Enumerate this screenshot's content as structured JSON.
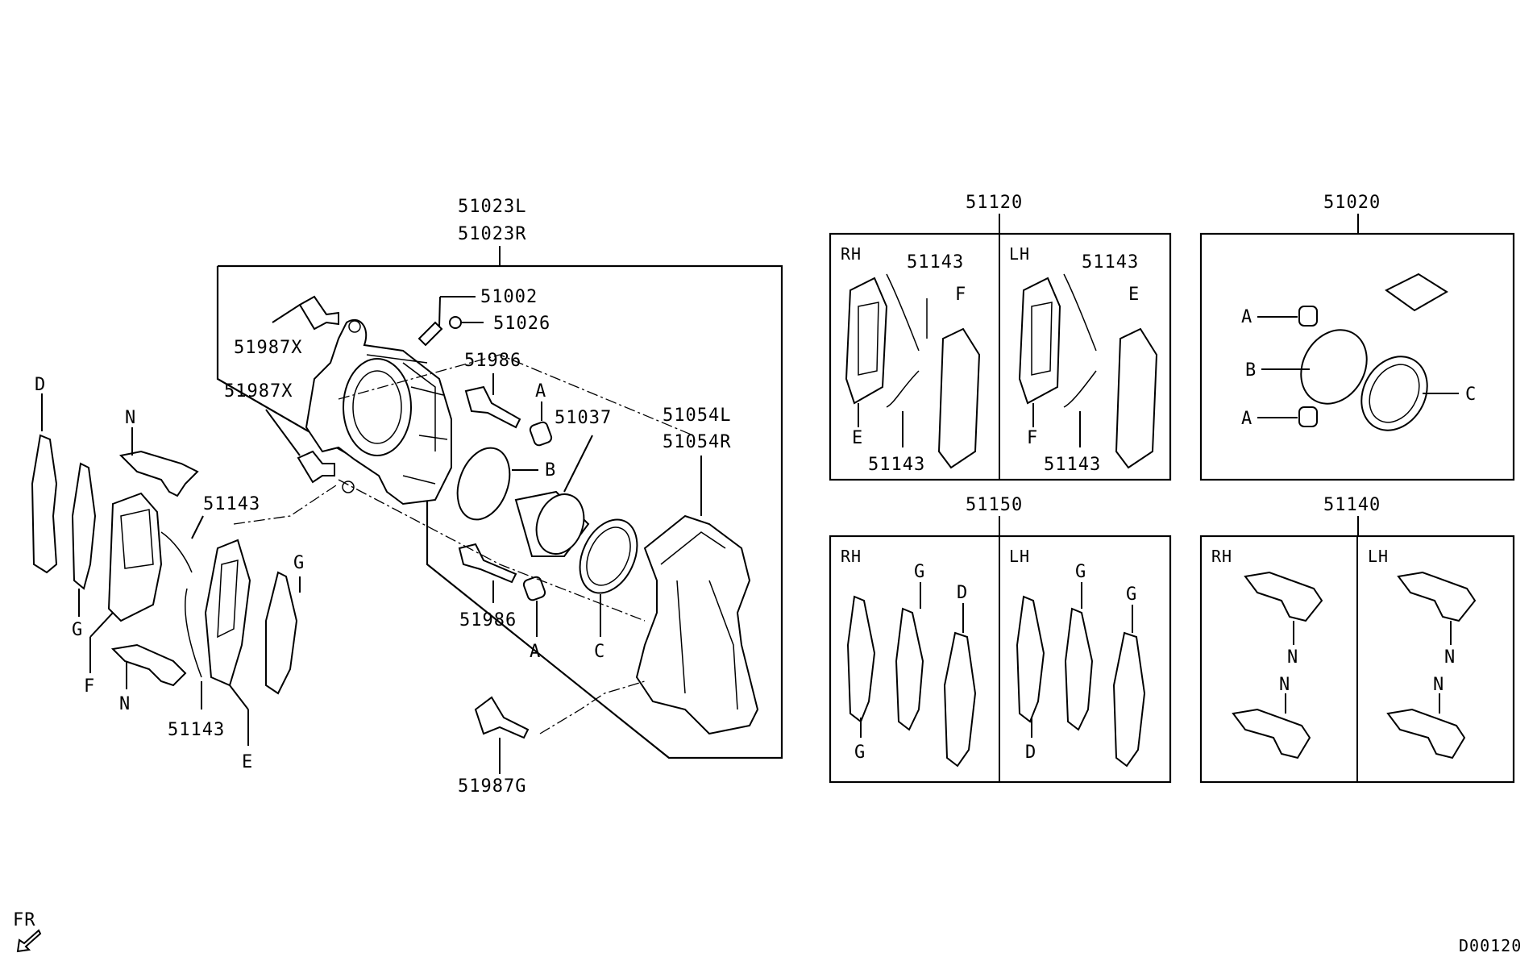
{
  "diagram": {
    "labels": {
      "caliper_l": "51023L",
      "caliper_r": "51023R",
      "bleeder": "51002",
      "cap": "51026",
      "bolt_x1": "51987X",
      "bolt_x2": "51987X",
      "pin_upper": "51986",
      "pin_lower": "51986",
      "piston": "51037",
      "support_l": "51054L",
      "support_r": "51054R",
      "bolt_g": "51987G",
      "shim_upper": "51143",
      "shim_lower": "51143",
      "ref_A1": "A",
      "ref_A2": "A",
      "ref_B": "B",
      "ref_C": "C",
      "ref_D": "D",
      "ref_N1": "N",
      "ref_N2": "N",
      "ref_G1": "G",
      "ref_G2": "G",
      "ref_F": "F",
      "ref_E": "E"
    },
    "panels": {
      "p51120": {
        "title": "51120",
        "rh": "RH",
        "lh": "LH",
        "shim_rh_top": "51143",
        "shim_rh_bot": "51143",
        "shim_lh_top": "51143",
        "shim_lh_bot": "51143",
        "f_rh": "F",
        "e_rh": "E",
        "e_lh": "E",
        "f_lh": "F"
      },
      "p51020": {
        "title": "51020",
        "a1": "A",
        "b": "B",
        "a2": "A",
        "c": "C"
      },
      "p51150": {
        "title": "51150",
        "rh": "RH",
        "lh": "LH",
        "g1": "G",
        "d1": "D",
        "g2": "G",
        "g3": "G",
        "g4": "G",
        "d2": "D"
      },
      "p51140": {
        "title": "51140",
        "rh": "RH",
        "lh": "LH",
        "n1": "N",
        "n2": "N",
        "n3": "N",
        "n4": "N"
      }
    },
    "direction": "FR",
    "code": "D00120"
  }
}
